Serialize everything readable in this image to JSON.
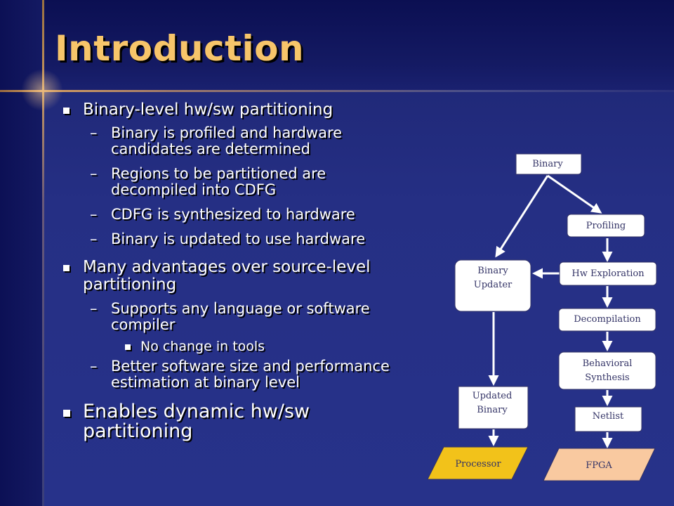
{
  "slide": {
    "title": "Introduction",
    "bullets": [
      {
        "level": 1,
        "text": "Binary-level hw/sw partitioning"
      },
      {
        "level": 2,
        "lines": [
          "Binary is profiled and hardware",
          "candidates are determined"
        ]
      },
      {
        "level": 2,
        "lines": [
          "Regions to be partitioned are",
          "decompiled into CDFG"
        ]
      },
      {
        "level": 2,
        "lines": [
          "CDFG is synthesized to hardware"
        ]
      },
      {
        "level": 2,
        "lines": [
          "Binary is updated to use hardware"
        ]
      },
      {
        "level": 1,
        "lines": [
          "Many advantages over source-level",
          "partitioning"
        ]
      },
      {
        "level": 2,
        "lines": [
          "Supports any language or software",
          "compiler"
        ]
      },
      {
        "level": 3,
        "text": "No change in tools"
      },
      {
        "level": 2,
        "lines": [
          "Better software size and performance",
          "estimation at binary level"
        ]
      },
      {
        "level": 1,
        "lines": [
          "Enables dynamic hw/sw",
          "partitioning"
        ]
      }
    ],
    "dash_glyph": "–"
  },
  "diagram": {
    "binary": "Binary",
    "profiling": "Profiling",
    "binary_updater": [
      "Binary",
      "Updater"
    ],
    "hw_exploration": "Hw Exploration",
    "decompilation": "Decompilation",
    "behavioral_synthesis": [
      "Behavioral",
      "Synthesis"
    ],
    "updated_binary": [
      "Updated",
      "Binary"
    ],
    "netlist": "Netlist",
    "processor": "Processor",
    "fpga": "FPGA",
    "colors": {
      "processor": "#f2c21a",
      "fpga": "#f9c9a0",
      "box": "#ffffff",
      "box_text": "#333366",
      "arrow": "#ffffff"
    }
  }
}
